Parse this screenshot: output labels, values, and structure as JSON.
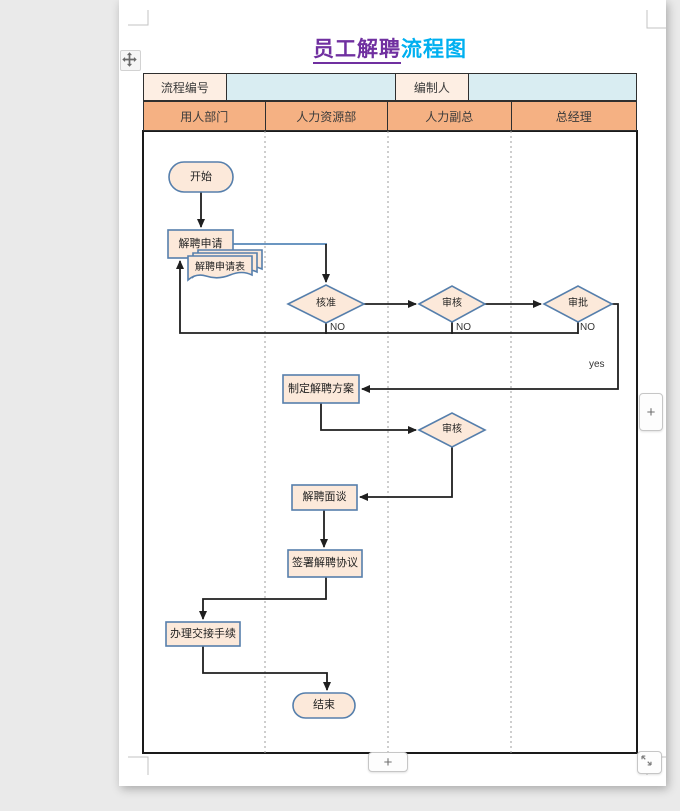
{
  "title": {
    "highlight": "员工解聘",
    "rest": "流程图"
  },
  "meta_table": {
    "row1": [
      "流程编号",
      "",
      "编制人",
      ""
    ],
    "lanes": [
      "用人部门",
      "人力资源部",
      "人力副总",
      "总经理"
    ]
  },
  "flow": {
    "nodes": {
      "start": "开始",
      "apply": "解聘申请",
      "form": "解聘申请表",
      "approve": "核准",
      "review": "审核",
      "approve2": "审批",
      "plan": "制定解聘方案",
      "review2": "审核",
      "interview": "解聘面谈",
      "sign": "签署解聘协议",
      "handover": "办理交接手续",
      "end": "结束"
    },
    "edge_labels": {
      "no1": "NO",
      "no2": "NO",
      "no3": "NO",
      "yes": "yes"
    }
  },
  "chrome": {
    "plus_right": "+",
    "plus_bottom": "+"
  },
  "colors": {
    "accent_purple": "#7030a0",
    "accent_cyan": "#00b0f0",
    "lane_header_orange": "#f5b183",
    "meta_blue_cell": "#d9edf2",
    "meta_cream_cell": "#fdeee3",
    "shape_fill": "#fce9da",
    "shape_border": "#567fac",
    "connector_black": "#1f1f1f",
    "connector_blue": "#6b96c1"
  }
}
